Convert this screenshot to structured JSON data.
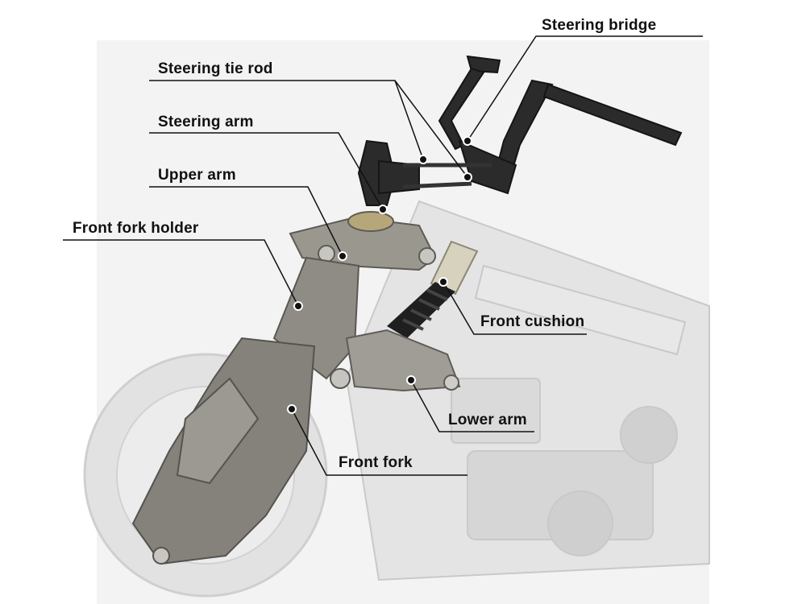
{
  "labels": {
    "steering_bridge": "Steering bridge",
    "steering_tie_rod": "Steering tie rod",
    "steering_arm": "Steering arm",
    "upper_arm": "Upper arm",
    "front_fork_holder": "Front fork holder",
    "front_cushion": "Front cushion",
    "lower_arm": "Lower arm",
    "front_fork": "Front fork"
  },
  "colors": {
    "background": "#ffffff",
    "ghost_parts": "#d9d9d9",
    "metal": "#8c8a85",
    "dark_metal": "#2a2a2a",
    "leader_line": "#111111"
  }
}
